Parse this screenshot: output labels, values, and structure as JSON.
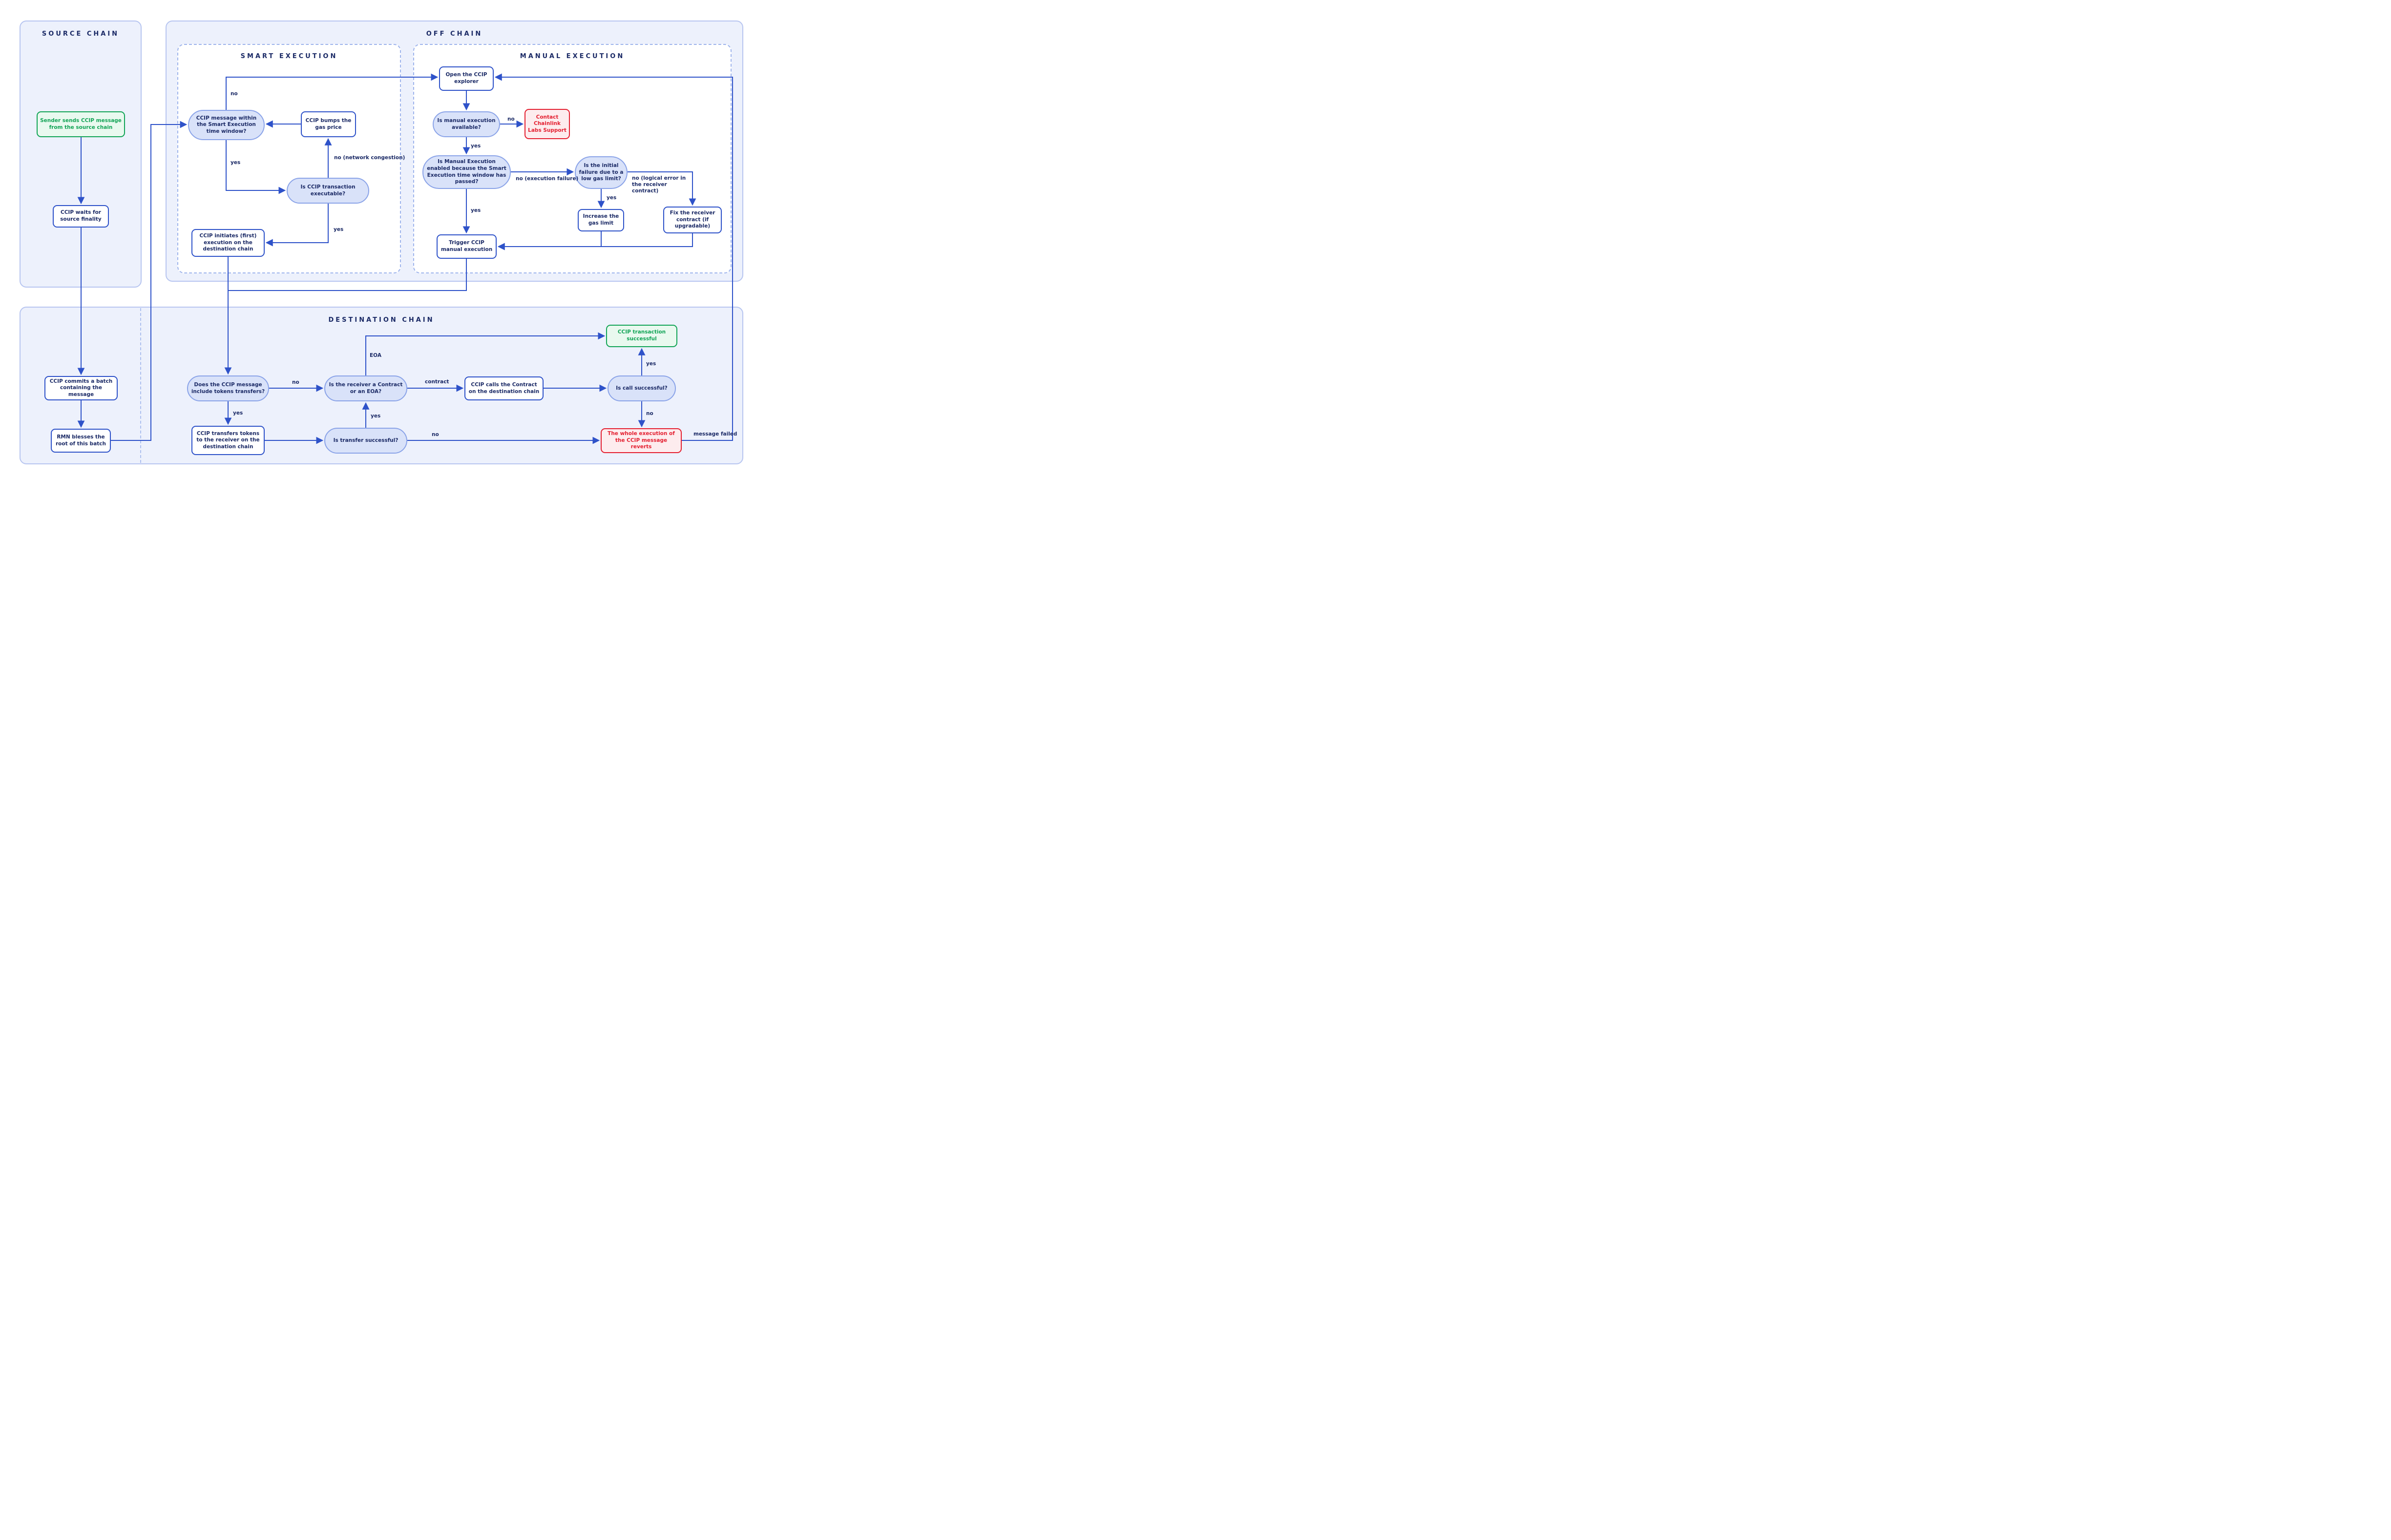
{
  "panels": {
    "source_chain": {
      "title": "SOURCE CHAIN"
    },
    "off_chain": {
      "title": "OFF CHAIN"
    },
    "smart_execution": {
      "title": "SMART EXECUTION"
    },
    "manual_execution": {
      "title": "MANUAL EXECUTION"
    },
    "destination_chain": {
      "title": "DESTINATION CHAIN"
    }
  },
  "nodes": {
    "sender_sends": "Sender sends CCIP message from the source chain",
    "waits_finality": "CCIP waits for source finality",
    "commits_batch": "CCIP commits a batch containing the message",
    "rmn_blesses": "RMN blesses the root of this batch",
    "msg_window": "CCIP message within the Smart Execution time window?",
    "bumps_gas": "CCIP bumps the gas price",
    "tx_executable": "Is CCIP transaction executable?",
    "initiates_execution": "CCIP initiates (first) execution on the destination chain",
    "open_explorer": "Open the CCIP explorer",
    "manual_available": "Is manual execution available?",
    "contact_support": "Contact Chainlink Labs Support",
    "manual_enabled": "Is Manual Execution enabled because the Smart Execution time window has passed?",
    "initial_failure": "Is the initial failure due to a low gas limit?",
    "increase_gas": "Increase the gas limit",
    "fix_receiver": "Fix the receiver contract (if upgradable)",
    "trigger_manual": "Trigger CCIP manual execution",
    "tokens_transfers": "Does the CCIP message include tokens transfers?",
    "transfers_tokens": "CCIP transfers tokens to the receiver on the destination chain",
    "transfer_successful": "Is transfer successful?",
    "receiver_type": "Is the receiver a Contract or an EOA?",
    "calls_contract": "CCIP calls the Contract on the destination chain",
    "call_successful": "Is call successful?",
    "tx_successful": "CCIP transaction successful",
    "execution_reverts": "The whole execution of the CCIP message reverts"
  },
  "edge_labels": {
    "window_no": "no",
    "window_yes": "yes",
    "congestion_no": "no (network congestion)",
    "executable_yes": "yes",
    "available_no": "no",
    "available_yes": "yes",
    "enabled_no": "no (execution failure)",
    "enabled_yes": "yes",
    "failure_yes": "yes",
    "failure_no": "no (logical error in the receiver contract)",
    "tokens_no": "no",
    "tokens_yes": "yes",
    "receiver_eoa": "EOA",
    "receiver_contract": "contract",
    "transfer_yes": "yes",
    "transfer_no": "no",
    "call_yes": "yes",
    "call_no": "no",
    "message_failed": "message failed"
  },
  "colors": {
    "navy": "#1b2a66",
    "blue": "#2e52c9",
    "panel_fill": "#edf1fc",
    "panel_border": "#b7c5f0",
    "dash_border": "#9eb4ec",
    "decision_fill": "#d9e2f9",
    "decision_border": "#8aa3e8",
    "green": "#12a456",
    "green_fill": "#e9f9ef",
    "red": "#e42031",
    "red_fill": "#fdecee"
  }
}
